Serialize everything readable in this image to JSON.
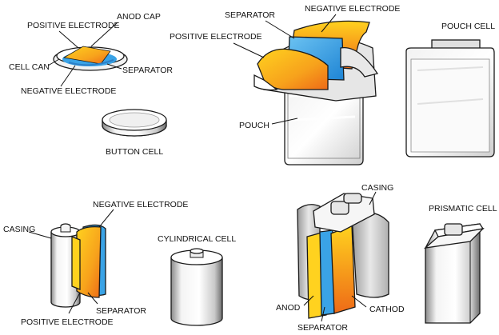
{
  "colors": {
    "orange": "#f08a1c",
    "yellow": "#ffd21f",
    "blue": "#3aa3e6",
    "outline": "#1a1a1a",
    "grey": "#d9d9d9"
  },
  "button_section": {
    "anod_cap": "ANOD CAP",
    "positive_electrode": "POSITIVE  ELECTRODE",
    "cell_can": "CELL CAN",
    "separator": "SEPARATOR",
    "negative_electrode": "NEGATIVE ELECTRODE",
    "button_cell": "BUTTON CELL"
  },
  "pouch_section": {
    "separator": "SEPARATOR",
    "negative_electrode": "NEGATIVE ELECTRODE",
    "positive_electrode": "POSITIVE  ELECTRODE",
    "pouch": "POUCH",
    "pouch_cell": "POUCH  CELL"
  },
  "cylindrical_section": {
    "negative_electrode": "NEGATIVE ELECTRODE",
    "casing": "CASING",
    "cylindrical_cell": "CYLINDRICAL CELL",
    "separator": "SEPARATOR",
    "positive_electrode": "POSITIVE  ELECTRODE"
  },
  "prismatic_section": {
    "casing": "CASING",
    "prismatic_cell": "PRISMATIC CELL",
    "anod": "ANOD",
    "cathod": "CATHOD",
    "separator": "SEPARATOR"
  }
}
